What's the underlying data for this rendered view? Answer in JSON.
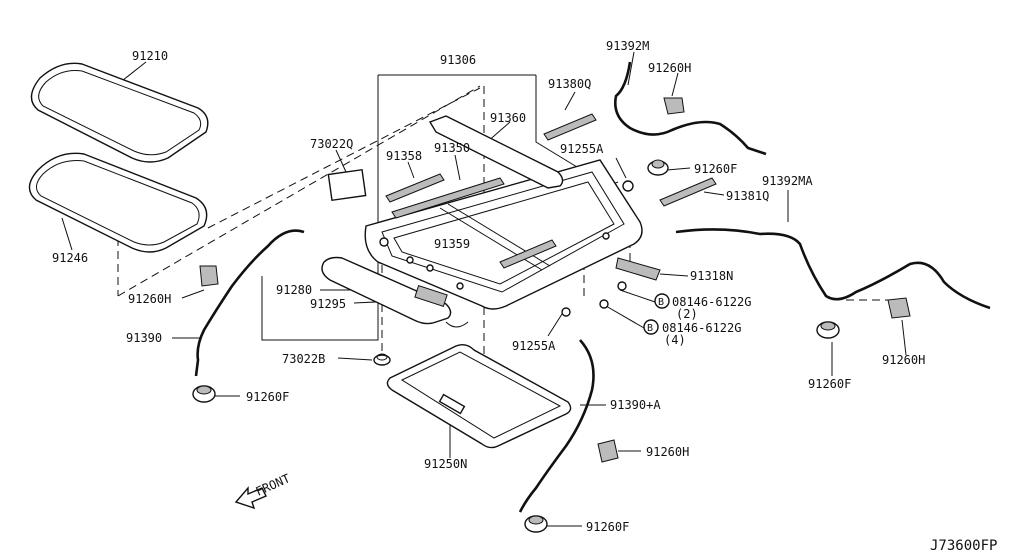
{
  "labels": {
    "glass": "91210",
    "weatherstrip": "91246",
    "frame_assembly": "91306",
    "drain_hose_front_lh": "91390",
    "clip_h_left": "91260H",
    "clip_f_left": "91260F",
    "bracket_panel": "73022Q",
    "deflector_strip": "91358",
    "rail_front": "91350",
    "rail_cross": "91360",
    "link_rh": "91359",
    "finisher": "91280",
    "motor_bracket": "91295",
    "sunshade": "91250N",
    "grommet": "73022B",
    "wind_deflector": "91380Q",
    "drain_hose_front_rh": "91392M",
    "clip_h_top": "91260H",
    "clip_f_top": "91260F",
    "bolt_top": "91255A",
    "seal_strip": "91381Q",
    "drain_hose_rear_rh": "91392MA",
    "bracket_rear": "91318N",
    "bolt_a": "08146-6122G",
    "bolt_a_qty": "(2)",
    "bolt_b": "08146-6122G",
    "bolt_b_qty": "(4)",
    "bolt_mid": "91255A",
    "drain_hose_rear_lh": "91390+A",
    "clip_h_mid": "91260H",
    "clip_f_bottom": "91260F",
    "clip_f_right": "91260F",
    "clip_h_right": "91260H",
    "bolt_symbol": "B",
    "front_arrow": "FRONT",
    "diagram_code": "J73600FP"
  }
}
